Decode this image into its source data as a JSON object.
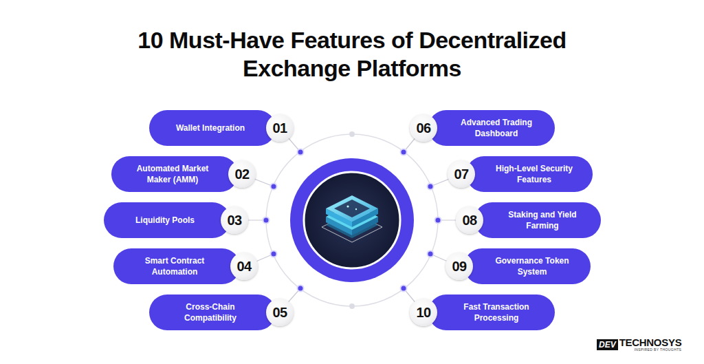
{
  "diagram": {
    "title": "10 Must-Have Features of Decentralized Exchange Platforms",
    "nodes": [
      {
        "text": [
          "Wallet Integration",
          "01"
        ]
      },
      {
        "text": [
          "Automated Market Maker (AMM)",
          "02"
        ]
      },
      {
        "text": [
          "Liquidity Pools",
          "03"
        ]
      },
      {
        "text": [
          "Smart Contract Automation",
          "04"
        ]
      },
      {
        "text": [
          "Cross-Chain Compatibility",
          "05"
        ]
      },
      {
        "text": [
          "Advanced Trading Dashboard",
          "06"
        ]
      },
      {
        "text": [
          "High-Level Security Features",
          "07"
        ]
      },
      {
        "text": [
          "Staking and Yield Farming",
          "08"
        ]
      },
      {
        "text": [
          "Governance Token System",
          "09"
        ]
      },
      {
        "text": [
          "Fast Transaction Processing",
          "10"
        ]
      }
    ],
    "labels": [
      "DEV",
      "TECHNOSYS",
      "INSPIRED BY THOUGHTS"
    ]
  }
}
